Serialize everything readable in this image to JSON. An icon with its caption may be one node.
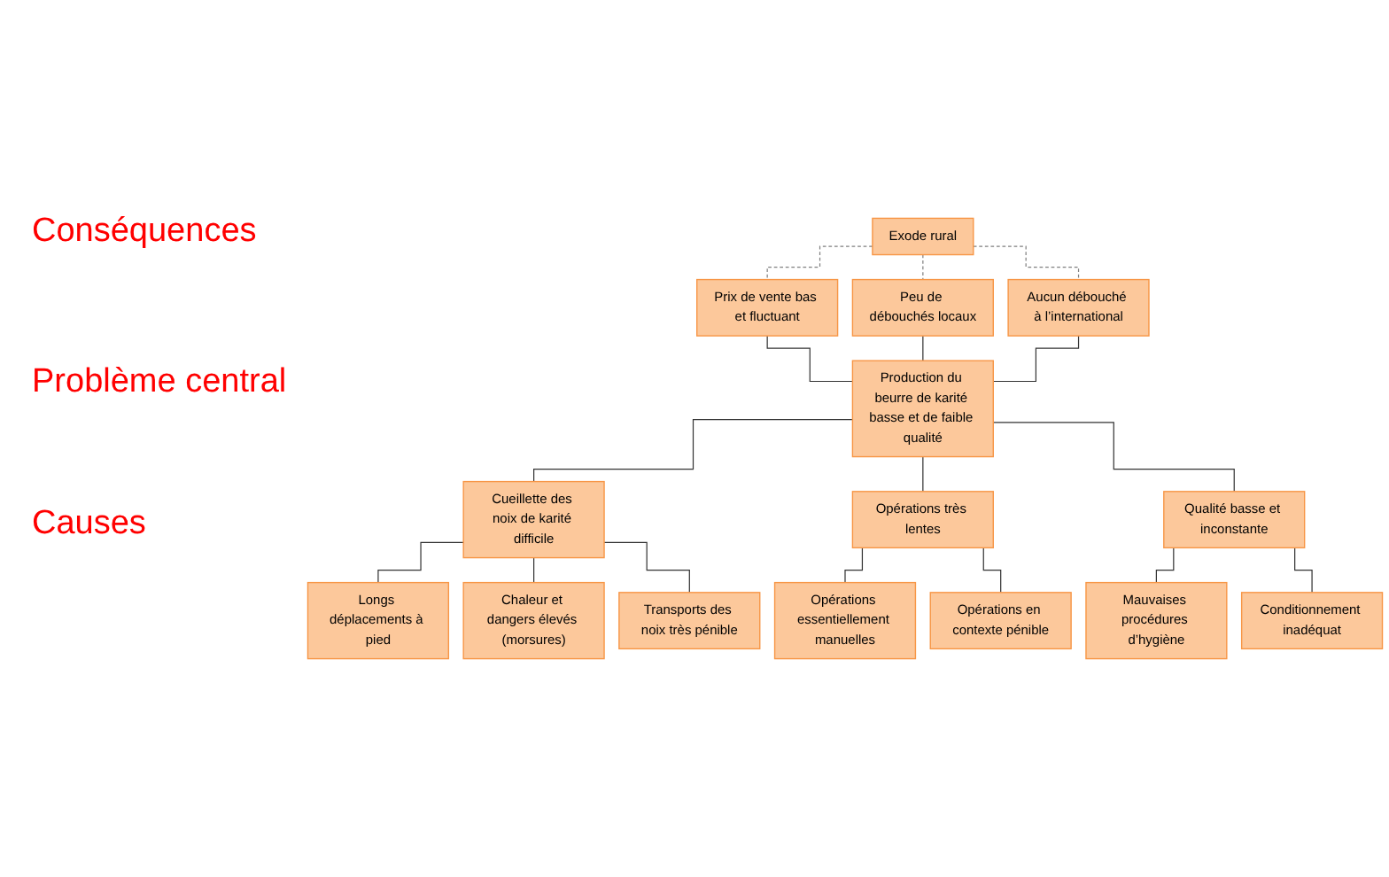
{
  "diagram": {
    "nodes": [
      {
        "text": [
          "Exode rural"
        ]
      },
      {
        "text": [
          "Prix de vente bas et fluctuant"
        ]
      },
      {
        "text": [
          "Peu de débouchés locaux"
        ]
      },
      {
        "text": [
          "Aucun débouché à l’international"
        ]
      },
      {
        "text": [
          "Production du beurre de karité basse et de faible qualité"
        ]
      },
      {
        "text": [
          "Cueillette des noix de karité difficile"
        ]
      },
      {
        "text": [
          "Opérations très lentes"
        ]
      },
      {
        "text": [
          "Qualité basse et inconstante"
        ]
      },
      {
        "text": [
          "Longs déplacements à pied"
        ]
      },
      {
        "text": [
          "Chaleur et dangers élevés (morsures)"
        ]
      },
      {
        "text": [
          "Transports des noix très pénible"
        ]
      },
      {
        "text": [
          "Mauvaises procédures d’hygiène"
        ]
      },
      {
        "text": [
          "Conditionnement inadéquat"
        ]
      },
      {
        "text": [
          "Opérations essentiellement manuelles"
        ]
      },
      {
        "text": [
          "Opérations en contexte pénible"
        ]
      }
    ],
    "edges": [
      {
        "from": 0,
        "to": 1,
        "arrow": "none",
        "style": "dashed",
        "color": "#7f7f7f"
      },
      {
        "from": 0,
        "to": 2,
        "arrow": "none",
        "style": "dashed",
        "color": "#7f7f7f"
      },
      {
        "from": 0,
        "to": 3,
        "arrow": "none",
        "style": "dashed",
        "color": "#7f7f7f"
      },
      {
        "from": 1,
        "to": 4,
        "arrow": "none"
      },
      {
        "from": 2,
        "to": 4,
        "arrow": "none"
      },
      {
        "from": 3,
        "to": 4,
        "arrow": "none"
      },
      {
        "from": 4,
        "to": 5,
        "arrow": "none"
      },
      {
        "from": 4,
        "to": 6,
        "arrow": "none"
      },
      {
        "from": 4,
        "to": 7,
        "arrow": "none"
      },
      {
        "from": 5,
        "to": 8,
        "arrow": "none"
      },
      {
        "from": 5,
        "to": 9,
        "arrow": "none"
      },
      {
        "from": 5,
        "to": 10,
        "arrow": "none"
      },
      {
        "from": 6,
        "to": 13,
        "arrow": "none"
      },
      {
        "from": 6,
        "to": 14,
        "arrow": "none"
      },
      {
        "from": 7,
        "to": 11,
        "arrow": "none"
      },
      {
        "from": 7,
        "to": 12,
        "arrow": "none"
      }
    ],
    "labels": [
      "Conséquences",
      "Problème central",
      "Causes"
    ]
  }
}
